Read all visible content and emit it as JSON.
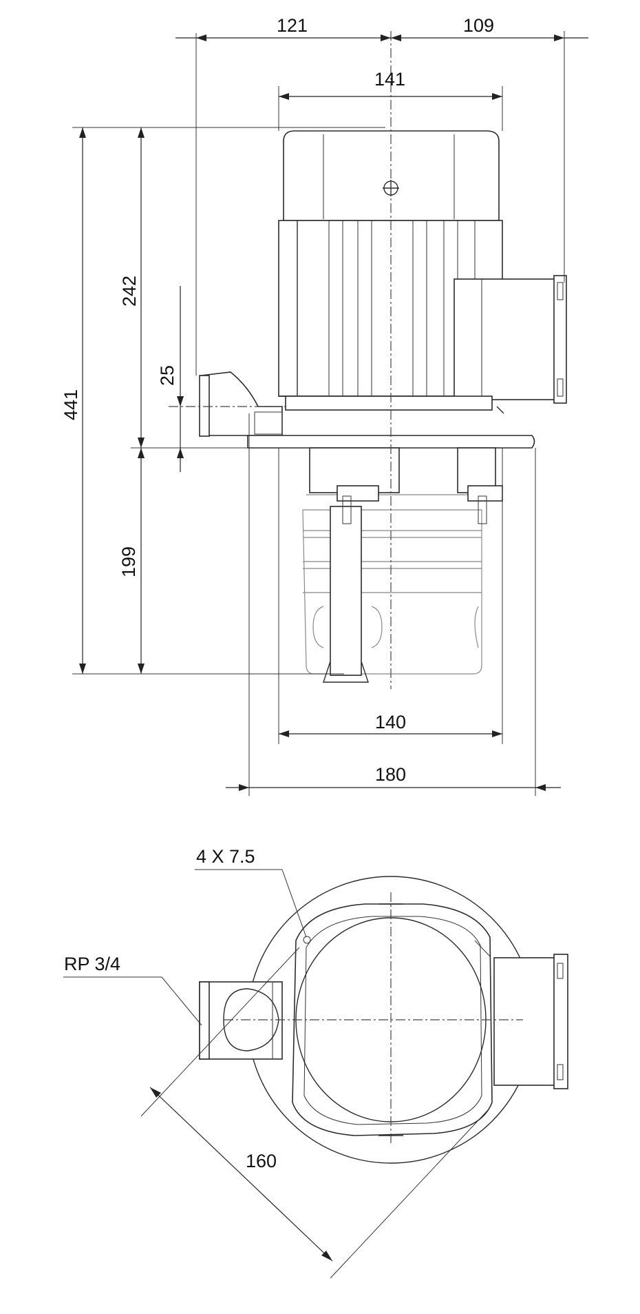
{
  "side_view": {
    "dims": {
      "d121": "121",
      "d109": "109",
      "d141": "141",
      "d441": "441",
      "d242": "242",
      "d25": "25",
      "d199": "199",
      "d140": "140",
      "d180": "180"
    }
  },
  "top_view": {
    "labels": {
      "holes": "4  X 7.5",
      "thread": "RP 3/4",
      "d160": "160"
    }
  }
}
